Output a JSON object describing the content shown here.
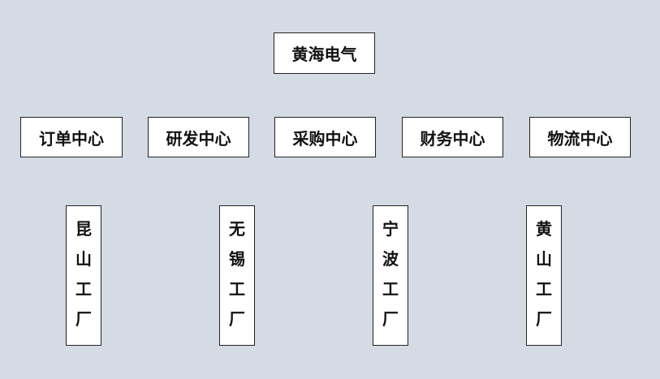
{
  "root": "黄海电气",
  "centers": [
    "订单中心",
    "研发中心",
    "采购中心",
    "财务中心",
    "物流中心"
  ],
  "factories": [
    [
      "昆",
      "山",
      "工",
      "厂"
    ],
    [
      "无",
      "锡",
      "工",
      "厂"
    ],
    [
      "宁",
      "波",
      "工",
      "厂"
    ],
    [
      "黄",
      "山",
      "工",
      "厂"
    ]
  ]
}
